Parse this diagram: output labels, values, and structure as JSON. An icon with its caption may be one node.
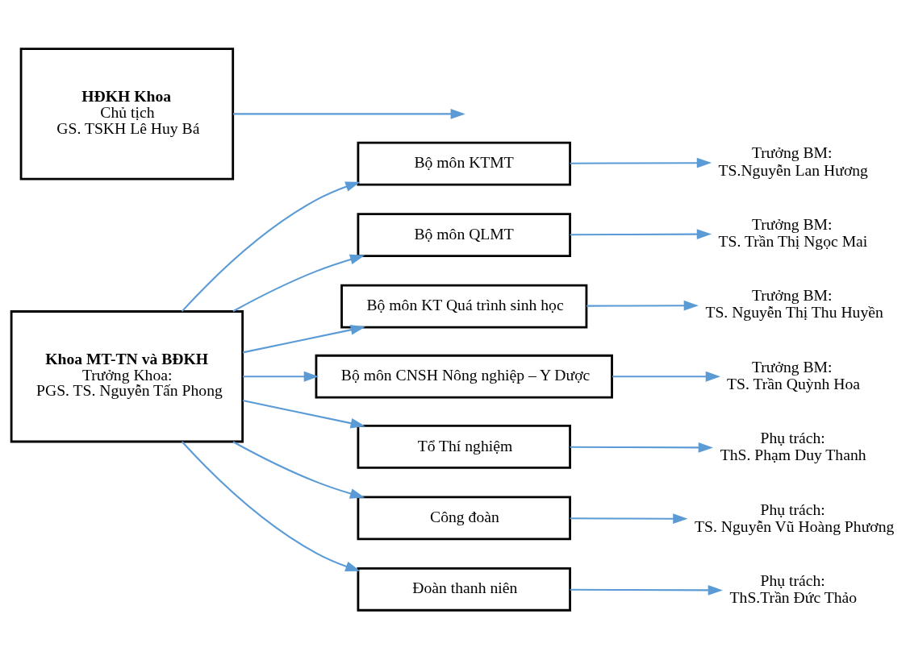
{
  "diagram": {
    "nodes": [
      {
        "text": [
          "Khoa MT-TN và BĐKH",
          "Trưởng Khoa:",
          "PGS. TS. Nguyễn Tấn Phong"
        ]
      },
      {
        "text": [
          "HĐKH Khoa",
          "Chủ tịch",
          "GS. TSKH Lê Huy Bá"
        ]
      },
      {
        "text": [
          "Bộ môn KTMT"
        ]
      },
      {
        "text": [
          "Bộ môn QLMT"
        ]
      },
      {
        "text": [
          "Bộ môn KT Quá trình sinh học"
        ]
      },
      {
        "text": [
          "Bộ môn CNSH Nông nghiệp – Y Dược"
        ]
      },
      {
        "text": [
          "Tổ Thí nghiệm"
        ]
      },
      {
        "text": [
          "Công đoàn"
        ]
      },
      {
        "text": [
          "Đoàn thanh niên"
        ]
      },
      {
        "text": [
          "Trưởng BM:",
          "TS.Nguyễn Lan Hương"
        ]
      },
      {
        "text": [
          "Trưởng BM:",
          "TS. Trần Thị Ngọc Mai"
        ]
      },
      {
        "text": [
          "Trưởng BM:",
          "TS. Nguyễn Thị Thu Huyền"
        ]
      },
      {
        "text": [
          "Trưởng BM:",
          "TS. Trần Quỳnh Hoa"
        ]
      },
      {
        "text": [
          "Phụ trách:",
          "ThS. Phạm Duy Thanh"
        ]
      },
      {
        "text": [
          "Phụ trách:",
          "TS. Nguyễn Vũ Hoàng Phương"
        ]
      },
      {
        "text": [
          "Phụ trách:",
          "ThS.Trần Đức Thảo"
        ]
      }
    ],
    "edges": [
      {
        "from": 1,
        "to": null,
        "arrow": "to"
      },
      {
        "from": 0,
        "to": 2,
        "arrow": "to"
      },
      {
        "from": 0,
        "to": 3,
        "arrow": "to"
      },
      {
        "from": 0,
        "to": 4,
        "arrow": "to"
      },
      {
        "from": 0,
        "to": 5,
        "arrow": "to"
      },
      {
        "from": 0,
        "to": 6,
        "arrow": "to"
      },
      {
        "from": 0,
        "to": 7,
        "arrow": "to"
      },
      {
        "from": 0,
        "to": 8,
        "arrow": "to"
      },
      {
        "from": 2,
        "to": 9,
        "arrow": "to"
      },
      {
        "from": 3,
        "to": 10,
        "arrow": "to"
      },
      {
        "from": 4,
        "to": 11,
        "arrow": "to"
      },
      {
        "from": 5,
        "to": 12,
        "arrow": "to"
      },
      {
        "from": 6,
        "to": 13,
        "arrow": "to"
      },
      {
        "from": 7,
        "to": 14,
        "arrow": "to"
      },
      {
        "from": 8,
        "to": 15,
        "arrow": "to"
      }
    ]
  }
}
